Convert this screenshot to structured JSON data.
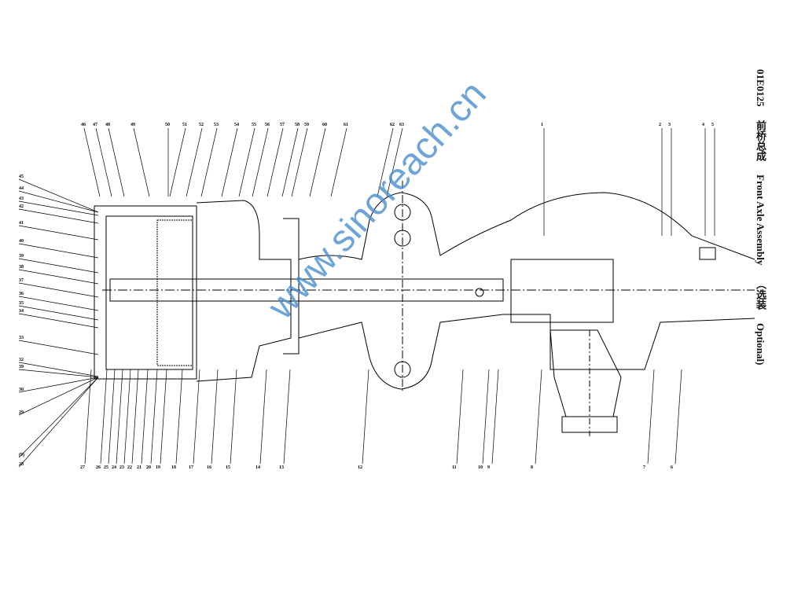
{
  "title": {
    "code": "01E0125",
    "chinese": "前桥总成",
    "english": "Front Axle Assembly",
    "optional_cn": "（选装",
    "optional_en": "Optional)"
  },
  "watermark": "www.sinoreach.cn",
  "labels_top": [
    "46",
    "47",
    "48",
    "49",
    "50",
    "51",
    "52",
    "53",
    "54",
    "55",
    "56",
    "57",
    "58",
    "59",
    "60",
    "61",
    "62",
    "63",
    "1",
    "2",
    "3",
    "4",
    "5"
  ],
  "labels_left": [
    "45",
    "44",
    "43",
    "42",
    "41",
    "40",
    "39",
    "38",
    "37",
    "36",
    "35",
    "34",
    "33",
    "32",
    "39",
    "30",
    "29",
    "(9)",
    "28"
  ],
  "labels_bottom": [
    "27",
    "26",
    "25",
    "24",
    "23",
    "22",
    "21",
    "20",
    "19",
    "18",
    "17",
    "16",
    "15",
    "14",
    "13",
    "12",
    "11",
    "10",
    "9",
    "8",
    "7",
    "6"
  ],
  "colors": {
    "line": "#000000",
    "watermark": "#4a8fd0"
  }
}
